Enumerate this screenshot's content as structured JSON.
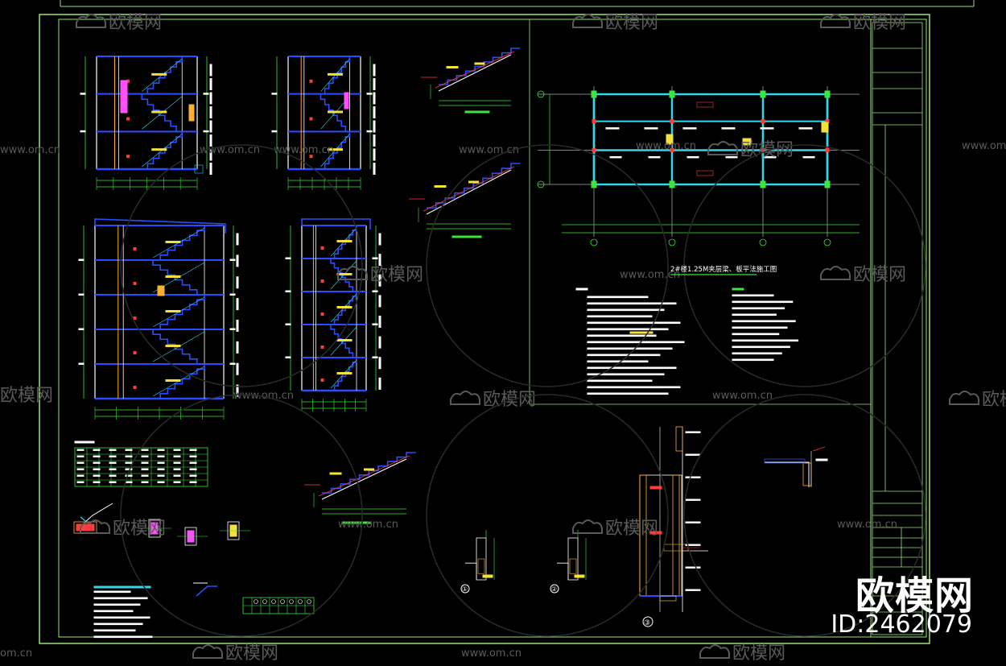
{
  "watermark": {
    "brand": "欧模网",
    "url": "www.om.cn",
    "url_short": "om.cn",
    "color": "#5a5a5a"
  },
  "plan_title": "2#楼1.25M夹层梁、板平法施工图",
  "big_brand": "欧模网",
  "big_id": "ID:2462079",
  "colors": {
    "frame": "#9be37a",
    "cyan": "#34d6e8",
    "blue": "#2a4cff",
    "yellow": "#f4e13c",
    "red": "#ff3b3b",
    "magenta": "#ff4fff",
    "green": "#39e639",
    "white": "#ffffff",
    "orange": "#ffb030"
  },
  "detail_labels": {
    "d1": "①",
    "d2": "②",
    "d3": "③"
  }
}
